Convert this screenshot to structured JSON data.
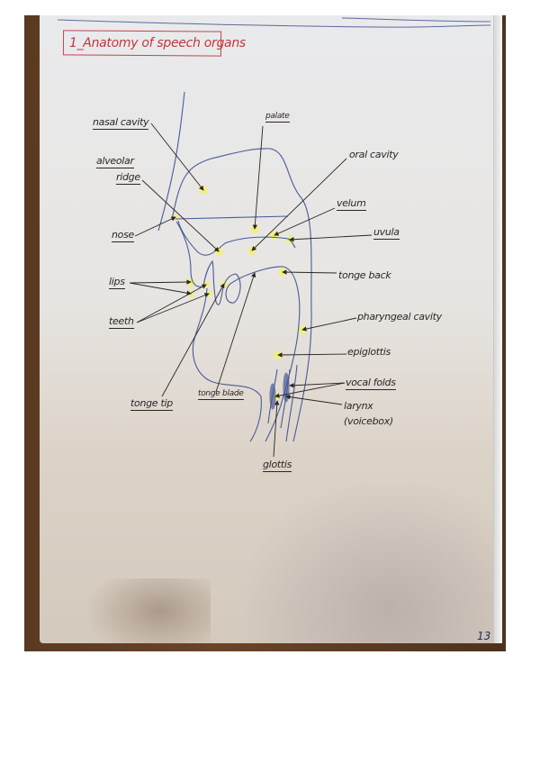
{
  "page": {
    "title": "1_Anatomy of speech organs",
    "page_number": "13",
    "colors": {
      "title_ink": "#c2353d",
      "diagram_ink": "#4a5a9a",
      "label_ink": "#2a2622",
      "highlight": "#f4f27a",
      "table_wood": "#5a3a22",
      "paper": "#e8e7e6"
    }
  },
  "diagram": {
    "type": "labeled anatomical sketch (sagittal section of vocal tract)",
    "labels": {
      "nasal_cavity": "nasal cavity",
      "alveolar_ridge_1": "alveolar",
      "alveolar_ridge_2": "ridge",
      "nose": "nose",
      "lips": "lips",
      "teeth": "teeth",
      "tongue_tip": "tonge tip",
      "tongue_blade": "tonge blade",
      "palate": "palate",
      "oral_cavity": "oral cavity",
      "velum": "velum",
      "uvula": "uvula",
      "tongue_back": "tonge back",
      "pharyngeal_cavity": "pharyngeal cavity",
      "epiglottis": "epiglottis",
      "vocal_folds": "vocal folds",
      "larynx_1": "larynx",
      "larynx_2": "(voicebox)",
      "glottis": "glottis"
    }
  }
}
